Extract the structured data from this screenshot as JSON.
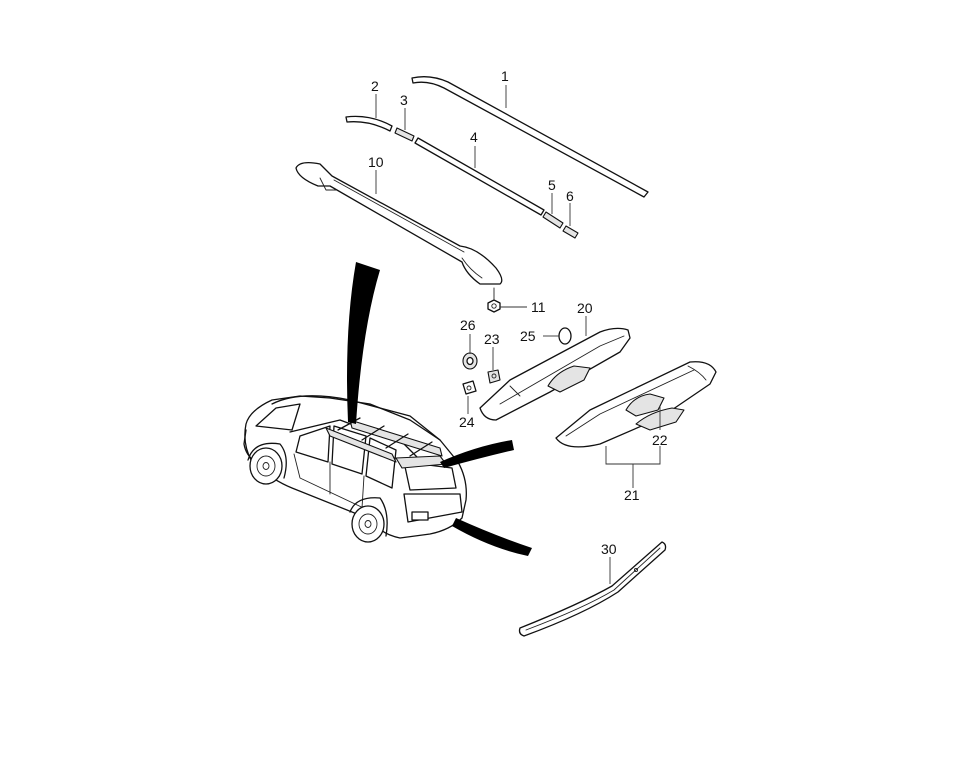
{
  "callouts": [
    {
      "id": "1",
      "label": "1"
    },
    {
      "id": "2",
      "label": "2"
    },
    {
      "id": "3",
      "label": "3"
    },
    {
      "id": "4",
      "label": "4"
    },
    {
      "id": "5",
      "label": "5"
    },
    {
      "id": "6",
      "label": "6"
    },
    {
      "id": "10",
      "label": "10"
    },
    {
      "id": "11",
      "label": "11"
    },
    {
      "id": "20",
      "label": "20"
    },
    {
      "id": "21",
      "label": "21"
    },
    {
      "id": "22",
      "label": "22"
    },
    {
      "id": "23",
      "label": "23"
    },
    {
      "id": "24",
      "label": "24"
    },
    {
      "id": "25",
      "label": "25"
    },
    {
      "id": "26",
      "label": "26"
    },
    {
      "id": "30",
      "label": "30"
    }
  ]
}
